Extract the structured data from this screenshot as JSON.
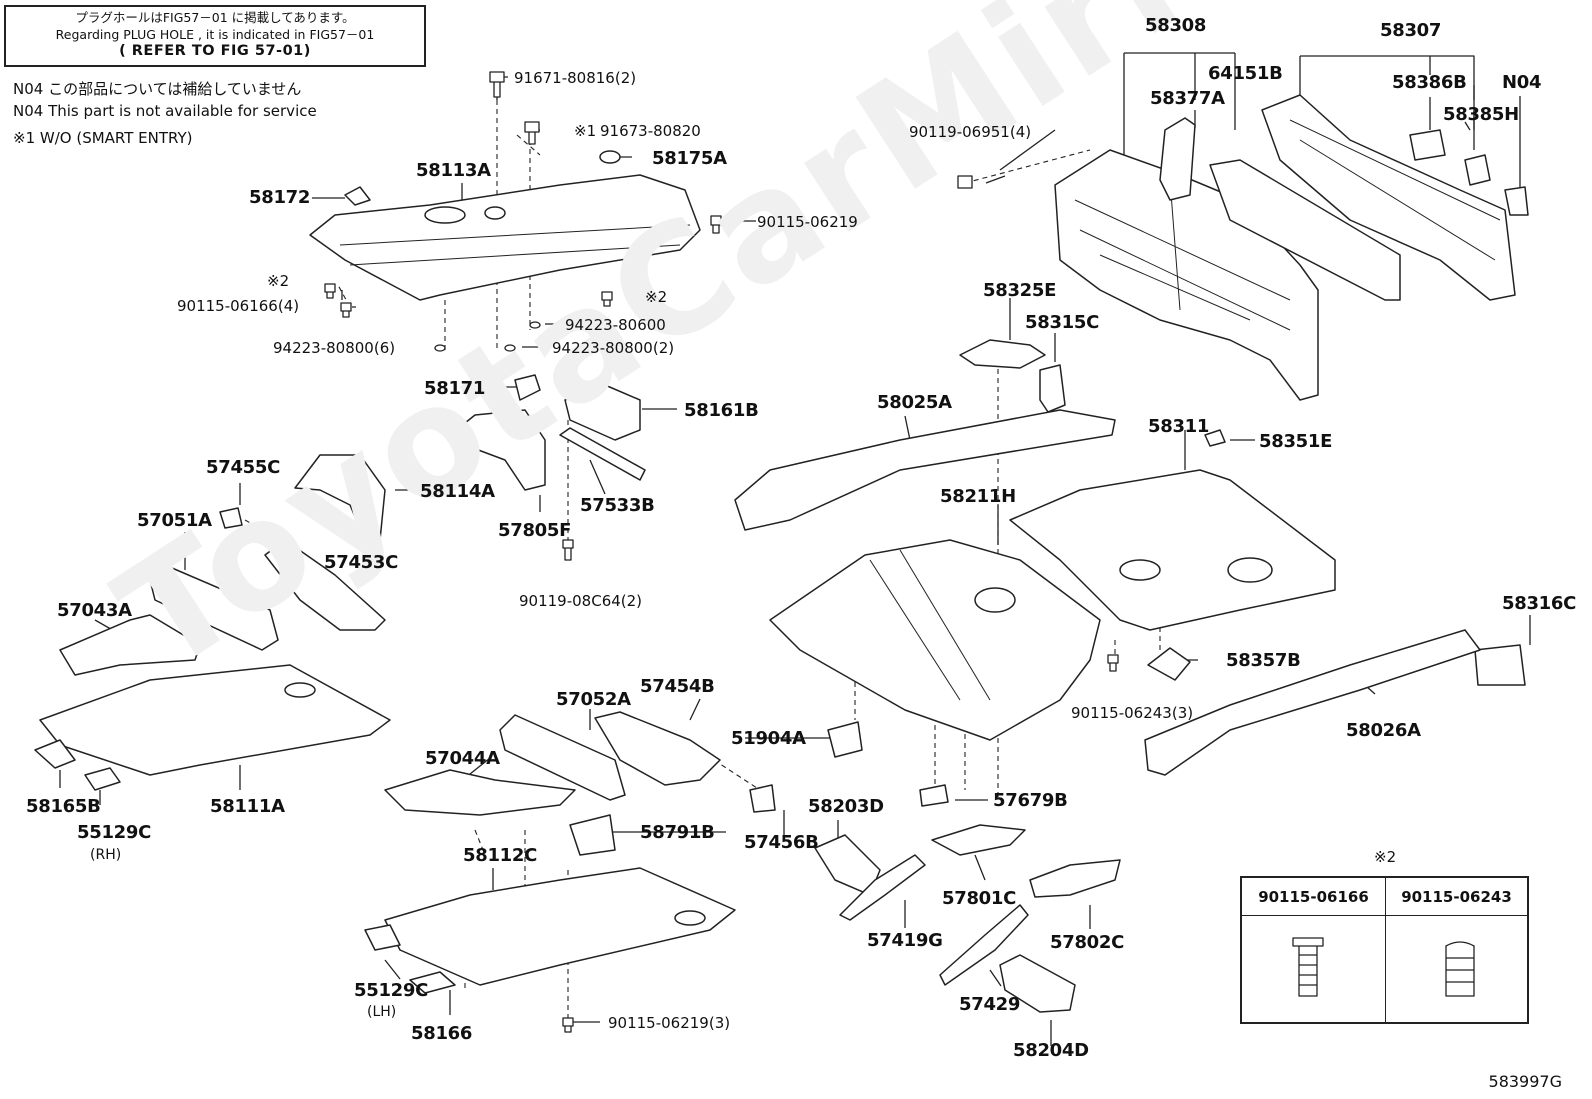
{
  "notice": {
    "line1": "プラグホールはFIG57－01 に掲載してあります。",
    "line2": "Regarding PLUG HOLE , it is indicated in FIG57－01",
    "line3": "( REFER TO FIG 57-01)"
  },
  "notes": {
    "n04_jp": "N04 この部品については補給していません",
    "n04_en": "N04 This part is not available for service",
    "note1": "※1 W/O (SMART ENTRY)"
  },
  "watermark": "ToyotaCarMirro",
  "labels": {
    "p58308": "58308",
    "p58307": "58307",
    "p64151B": "64151B",
    "p58386B": "58386B",
    "pN04": "N04",
    "p58377A": "58377A",
    "p58385H": "58385H",
    "p91671": "91671-80816(2)",
    "p91673": "91673-80820",
    "mark1": "※1",
    "p58175A": "58175A",
    "p58113A": "58113A",
    "p58172": "58172",
    "p90115_06219": "90115-06219",
    "p90119_06951": "90119-06951(4)",
    "mark2a": "※2",
    "p90115_06166": "90115-06166(4)",
    "mark2b": "※2",
    "p94223_80600": "94223-80600",
    "p94223_80800_6": "94223-80800(6)",
    "p94223_80800_2": "94223-80800(2)",
    "p58325E": "58325E",
    "p58315C": "58315C",
    "p58171": "58171",
    "p58161B": "58161B",
    "p58025A": "58025A",
    "p58311": "58311",
    "p58351E": "58351E",
    "p57455C": "57455C",
    "p58114A": "58114A",
    "p57533B": "57533B",
    "p57805F": "57805F",
    "p58211H": "58211H",
    "p57051A": "57051A",
    "p57453C": "57453C",
    "p90119_08C64": "90119-08C64(2)",
    "p57043A": "57043A",
    "p58316C": "58316C",
    "p58357B": "58357B",
    "p57454B": "57454B",
    "p57052A": "57052A",
    "p90115_06243": "90115-06243(3)",
    "p51904A": "51904A",
    "p58026A": "58026A",
    "p57044A": "57044A",
    "p58165B": "58165B",
    "p58111A": "58111A",
    "p55129C_a": "55129C",
    "rh": "(RH)",
    "p58203D": "58203D",
    "p57679B": "57679B",
    "p58791B": "58791B",
    "p57456B": "57456B",
    "p58112C": "58112C",
    "p57801C": "57801C",
    "p57419G": "57419G",
    "p57802C": "57802C",
    "p55129C_b": "55129C",
    "lh": "(LH)",
    "p58166": "58166",
    "p90115_06219_3": "90115-06219(3)",
    "p57429": "57429",
    "p58204D": "58204D"
  },
  "legend": {
    "mark": "※2",
    "col1": "90115-06166",
    "col2": "90115-06243"
  },
  "figure_code": "583997G"
}
